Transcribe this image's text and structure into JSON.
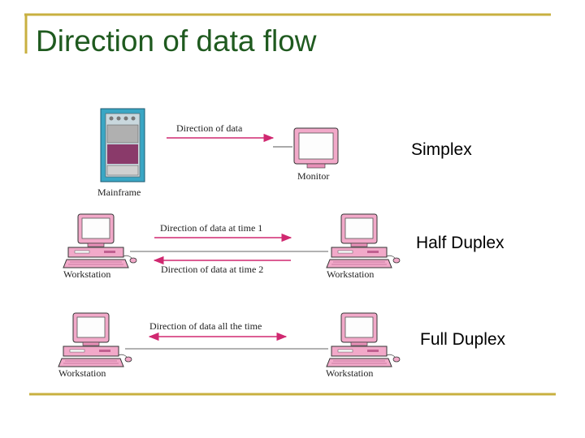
{
  "slide": {
    "title": "Direction of data flow",
    "colors": {
      "title": "#1f5a1f",
      "rule": "#c8b040",
      "arrow": "#d02870",
      "device": "#f0a8c8"
    }
  },
  "diagram": {
    "simplex": {
      "mode_label": "Simplex",
      "left_device": "Mainframe",
      "right_device": "Monitor",
      "arrow_label": "Direction of data"
    },
    "half_duplex": {
      "mode_label": "Half Duplex",
      "left_device": "Workstation",
      "right_device": "Workstation",
      "arrow_label_1": "Direction of data at time 1",
      "arrow_label_2": "Direction of data at time 2"
    },
    "full_duplex": {
      "mode_label": "Full Duplex",
      "left_device": "Workstation",
      "right_device": "Workstation",
      "arrow_label": "Direction of data all the time"
    }
  }
}
